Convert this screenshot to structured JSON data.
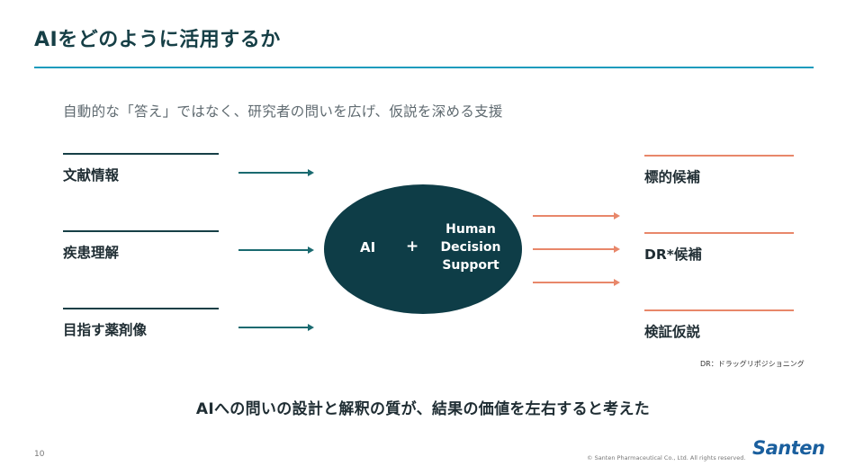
{
  "slide": {
    "title": "AIをどのように活用するか",
    "subtitle": "自動的な「答え」ではなく、研究者の問いを広げ、仮説を深める支援",
    "inputs": [
      "文献情報",
      "疾患理解",
      "目指す薬剤像"
    ],
    "center": {
      "left": "AI",
      "plus": "+",
      "right_lines": [
        "Human",
        "Decision",
        "Support"
      ]
    },
    "outputs": [
      "標的候補",
      "DR*候補",
      "検証仮説"
    ],
    "dr_note": "DR：ドラッグリポジショニング",
    "conclusion": "AIへの問いの設計と解釈の質が、結果の価値を左右すると考えた",
    "page_number": "10",
    "copyright": "© Santen Pharmaceutical Co., Ltd. All rights reserved.",
    "logo_text": "Santen",
    "colors": {
      "title": "#163f46",
      "title_rule": "#1c9bbd",
      "ellipse": "#0e3d47",
      "output_accent": "#e8876a"
    }
  }
}
